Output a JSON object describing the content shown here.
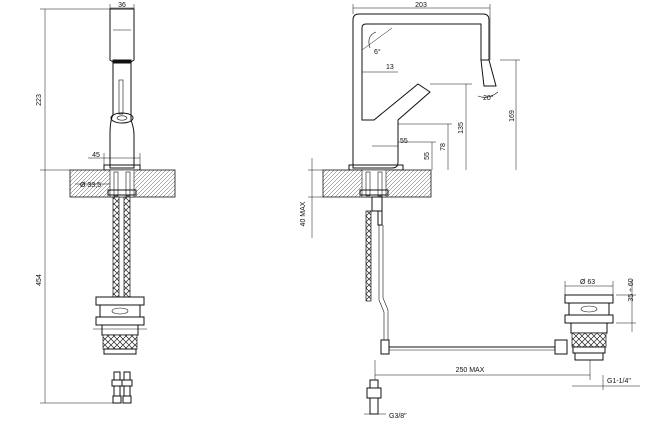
{
  "side_view": {
    "width_top": "36",
    "height_top": "223",
    "base_width": "45",
    "hole_diameter": "Ø 33,5",
    "height_bottom": "454"
  },
  "front_view": {
    "reach": "203",
    "angle_top": "6°",
    "offset": "13",
    "spout_angle": "20°",
    "height_169": "169",
    "height_135": "135",
    "height_78": "78",
    "height_55_vert": "55",
    "width_55": "55",
    "max_thickness": "40 MAX",
    "rod_length": "250 MAX",
    "waste_diameter": "Ø 63",
    "waste_height": "35 ÷ 60",
    "waste_thread": "G1-1/4\"",
    "supply_thread": "G3/8\""
  }
}
